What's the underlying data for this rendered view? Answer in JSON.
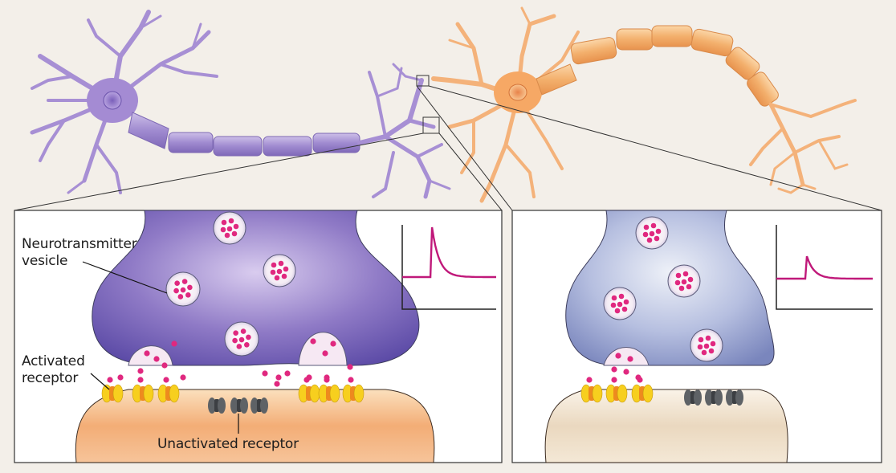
{
  "title": "Synapse diagram: strong vs weak synaptic transmission",
  "labels": {
    "vesicle_line1": "Neurotransmitter",
    "vesicle_line2": "vesicle",
    "activated_line1": "Activated",
    "activated_line2": "receptor",
    "unactivated": "Unactivated receptor"
  },
  "panels": [
    {
      "name": "strong-synapse",
      "response_peak": 1.0,
      "baseline": 0.0
    },
    {
      "name": "weak-synapse",
      "response_peak": 0.45,
      "baseline": 0.0
    }
  ],
  "colors": {
    "background": "#f3efe9",
    "presynaptic_neuron": "#9b80c8",
    "postsynaptic_neuron": "#f2a862",
    "vesicle_dot": "#e0287f",
    "trace": "#c0197a",
    "receptor_active": "#f7cf1e",
    "receptor_inactive": "#5e6266"
  }
}
